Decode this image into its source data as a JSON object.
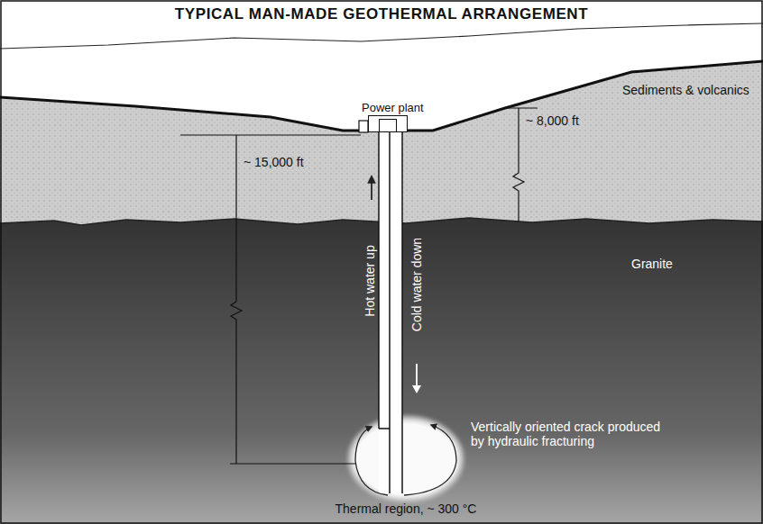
{
  "diagram": {
    "title": "TYPICAL MAN-MADE GEOTHERMAL ARRANGEMENT",
    "nodes": [
      {
        "text": [
          "Power plant"
        ]
      }
    ],
    "labels": [
      "Sediments & volcanics",
      "~ 15,000 ft",
      "~ 8,000 ft",
      "Granite",
      "Hot water up",
      "Cold water down",
      "Vertically oriented crack produced by hydraulic fracturing",
      "Thermal region, ~ 300 °C"
    ]
  }
}
